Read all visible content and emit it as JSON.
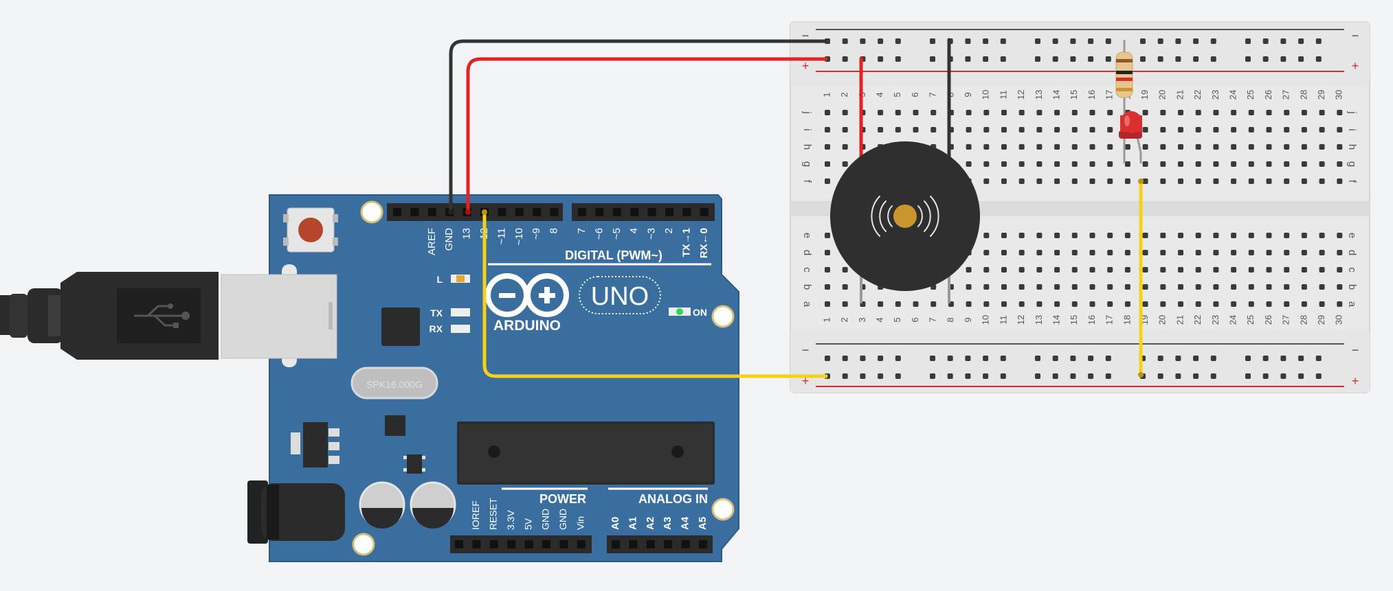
{
  "canvas": {
    "background": "#f3f4f6"
  },
  "colors": {
    "board_blue": "#3a6e9f",
    "board_edge": "#2a5a88",
    "header_black": "#2b2b2b",
    "wire_black": "#333333",
    "wire_red": "#e02424",
    "wire_yellow": "#f7d117",
    "breadboard": "#e9e9e9",
    "rail_red": "#d32f2f",
    "rail_dark": "#555555",
    "led_red": "#d8302f",
    "buzzer": "#2f2f2f",
    "buzzer_center": "#c9962e",
    "usb_body": "#2b2b2b",
    "usb_metal": "#d9d9d9"
  },
  "arduino": {
    "logo_text": "ARDUINO",
    "model_badge": "UNO",
    "on_label": "ON",
    "l_label": "L",
    "tx_label": "TX",
    "rx_label": "RX",
    "crystal_label": "SPK16.000G",
    "digital_title": "DIGITAL (PWM~)",
    "power_title": "POWER",
    "analog_title": "ANALOG IN",
    "digital_pins": [
      "AREF",
      "GND",
      "13",
      "12",
      "~11",
      "~10",
      "~9",
      "8",
      "7",
      "~6",
      "~5",
      "4",
      "~3",
      "2",
      "TX→1",
      "RX←0"
    ],
    "power_pins": [
      "IOREF",
      "RESET",
      "3.3V",
      "5V",
      "GND",
      "GND",
      "Vin"
    ],
    "analog_pins": [
      "A0",
      "A1",
      "A2",
      "A3",
      "A4",
      "A5"
    ],
    "icons": [
      "usb-plug-icon",
      "reset-button-icon",
      "power-led-icon",
      "arduino-infinity-logo-icon"
    ]
  },
  "breadboard": {
    "rail_minus": "−",
    "rail_plus": "+",
    "top_rows": [
      "j",
      "i",
      "h",
      "g",
      "f"
    ],
    "bottom_rows": [
      "e",
      "d",
      "c",
      "b",
      "a"
    ],
    "column_numbers": [
      "1",
      "2",
      "3",
      "4",
      "5",
      "6",
      "7",
      "8",
      "9",
      "10",
      "11",
      "12",
      "13",
      "14",
      "15",
      "16",
      "17",
      "18",
      "19",
      "20",
      "21",
      "22",
      "23",
      "24",
      "25",
      "26",
      "27",
      "28",
      "29",
      "30"
    ]
  },
  "components": [
    "piezo-buzzer",
    "resistor",
    "red-led"
  ]
}
